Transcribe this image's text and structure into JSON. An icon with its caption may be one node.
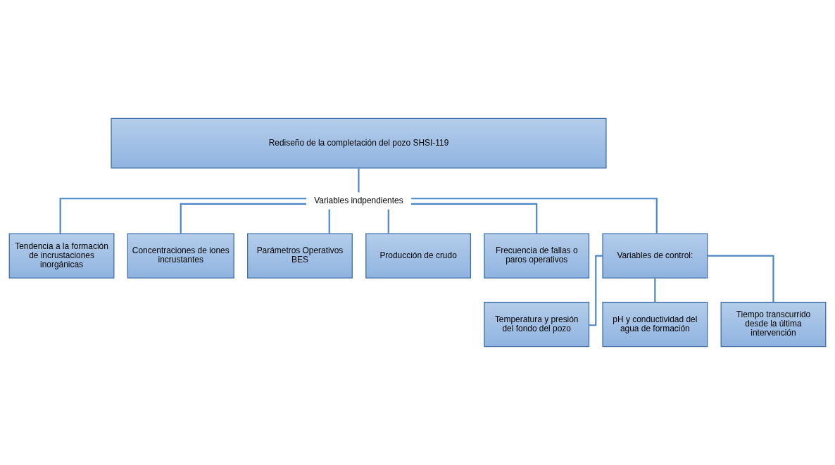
{
  "diagram": {
    "nodes": [
      {
        "text": [
          "Rediseño de la completación del pozo SHSI-119"
        ]
      },
      {
        "text": [
          "Variables indpendientes"
        ]
      },
      {
        "text": [
          "Tendencia a la formación de incrustaciones inorgánicas"
        ]
      },
      {
        "text": [
          "Concentraciones de iones incrustantes"
        ]
      },
      {
        "text": [
          "Parámetros Operativos BES"
        ]
      },
      {
        "text": [
          "Producción de crudo"
        ]
      },
      {
        "text": [
          "Frecuencia de fallas o paros operativos"
        ]
      },
      {
        "text": [
          "Variables de control:"
        ]
      },
      {
        "text": [
          "Temperatura y presión del fondo del pozo"
        ]
      },
      {
        "text": [
          "pH y conductividad del agua de formación"
        ]
      },
      {
        "text": [
          "Tiempo transcurrido desde la última intervención"
        ]
      }
    ],
    "edges": [
      {
        "from": 0,
        "to": 1,
        "arrow": "none"
      },
      {
        "from": 1,
        "to": 2,
        "arrow": "none"
      },
      {
        "from": 1,
        "to": 3,
        "arrow": "none"
      },
      {
        "from": 1,
        "to": 4,
        "arrow": "none"
      },
      {
        "from": 1,
        "to": 5,
        "arrow": "none"
      },
      {
        "from": 1,
        "to": 6,
        "arrow": "none"
      },
      {
        "from": 1,
        "to": 7,
        "arrow": "none"
      },
      {
        "from": 7,
        "to": 8,
        "arrow": "none"
      },
      {
        "from": 7,
        "to": 9,
        "arrow": "none"
      },
      {
        "from": 7,
        "to": 10,
        "arrow": "none"
      }
    ]
  }
}
